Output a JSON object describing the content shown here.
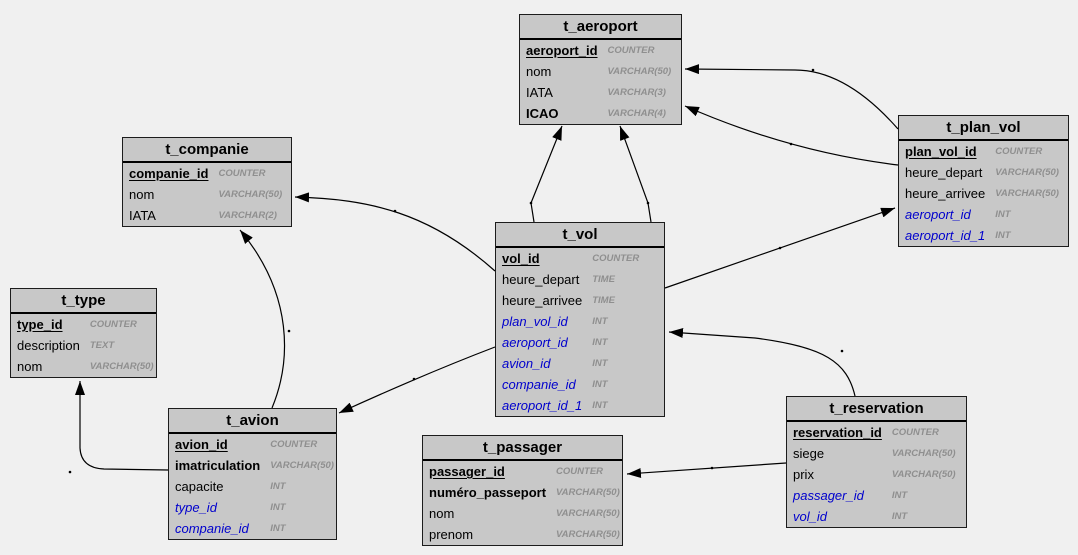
{
  "diagram": {
    "background_color": "#f0f0f0",
    "table_fill_color": "#c8c8c8",
    "border_color": "#1c1c1c",
    "fk_text_color": "#0000cd",
    "type_text_color": "#8f8f8f"
  },
  "tables": [
    {
      "id": "t_aeroport",
      "title": "t_aeroport",
      "fields": [
        {
          "name": "aeroport_id",
          "type": "COUNTER",
          "style": "pk"
        },
        {
          "name": "nom",
          "type": "VARCHAR(50)",
          "style": "plain"
        },
        {
          "name": "IATA",
          "type": "VARCHAR(3)",
          "style": "plain"
        },
        {
          "name": "ICAO",
          "type": "VARCHAR(4)",
          "style": "bold"
        }
      ]
    },
    {
      "id": "t_plan_vol",
      "title": "t_plan_vol",
      "fields": [
        {
          "name": "plan_vol_id",
          "type": "COUNTER",
          "style": "pk"
        },
        {
          "name": "heure_depart",
          "type": "VARCHAR(50)",
          "style": "plain"
        },
        {
          "name": "heure_arrivee",
          "type": "VARCHAR(50)",
          "style": "plain"
        },
        {
          "name": "aeroport_id",
          "type": "INT",
          "style": "fk"
        },
        {
          "name": "aeroport_id_1",
          "type": "INT",
          "style": "fk"
        }
      ]
    },
    {
      "id": "t_companie",
      "title": "t_companie",
      "fields": [
        {
          "name": "companie_id",
          "type": "COUNTER",
          "style": "pk"
        },
        {
          "name": "nom",
          "type": "VARCHAR(50)",
          "style": "plain"
        },
        {
          "name": "IATA",
          "type": "VARCHAR(2)",
          "style": "plain"
        }
      ]
    },
    {
      "id": "t_type",
      "title": "t_type",
      "fields": [
        {
          "name": "type_id",
          "type": "COUNTER",
          "style": "pk"
        },
        {
          "name": "description",
          "type": "TEXT",
          "style": "plain"
        },
        {
          "name": "nom",
          "type": "VARCHAR(50)",
          "style": "plain"
        }
      ]
    },
    {
      "id": "t_vol",
      "title": "t_vol",
      "fields": [
        {
          "name": "vol_id",
          "type": "COUNTER",
          "style": "pk"
        },
        {
          "name": "heure_depart",
          "type": "TIME",
          "style": "plain"
        },
        {
          "name": "heure_arrivee",
          "type": "TIME",
          "style": "plain"
        },
        {
          "name": "plan_vol_id",
          "type": "INT",
          "style": "fk"
        },
        {
          "name": "aeroport_id",
          "type": "INT",
          "style": "fk"
        },
        {
          "name": "avion_id",
          "type": "INT",
          "style": "fk"
        },
        {
          "name": "companie_id",
          "type": "INT",
          "style": "fk"
        },
        {
          "name": "aeroport_id_1",
          "type": "INT",
          "style": "fk"
        }
      ]
    },
    {
      "id": "t_avion",
      "title": "t_avion",
      "fields": [
        {
          "name": "avion_id",
          "type": "COUNTER",
          "style": "pk"
        },
        {
          "name": "imatriculation",
          "type": "VARCHAR(50)",
          "style": "bold"
        },
        {
          "name": "capacite",
          "type": "INT",
          "style": "plain"
        },
        {
          "name": "type_id",
          "type": "INT",
          "style": "fk"
        },
        {
          "name": "companie_id",
          "type": "INT",
          "style": "fk"
        }
      ]
    },
    {
      "id": "t_passager",
      "title": "t_passager",
      "fields": [
        {
          "name": "passager_id",
          "type": "COUNTER",
          "style": "pk"
        },
        {
          "name": "numéro_passeport",
          "type": "VARCHAR(50)",
          "style": "bold"
        },
        {
          "name": "nom",
          "type": "VARCHAR(50)",
          "style": "plain"
        },
        {
          "name": "prenom",
          "type": "VARCHAR(50)",
          "style": "plain"
        }
      ]
    },
    {
      "id": "t_reservation",
      "title": "t_reservation",
      "fields": [
        {
          "name": "reservation_id",
          "type": "COUNTER",
          "style": "pk"
        },
        {
          "name": "siege",
          "type": "VARCHAR(50)",
          "style": "plain"
        },
        {
          "name": "prix",
          "type": "VARCHAR(50)",
          "style": "plain"
        },
        {
          "name": "passager_id",
          "type": "INT",
          "style": "fk"
        },
        {
          "name": "vol_id",
          "type": "INT",
          "style": "fk"
        }
      ]
    }
  ],
  "relations": [
    {
      "from_table": "t_vol",
      "from_field": "plan_vol_id",
      "to_table": "t_plan_vol",
      "to_field": "plan_vol_id"
    },
    {
      "from_table": "t_plan_vol",
      "from_field": "aeroport_id",
      "to_table": "t_aeroport",
      "to_field": "aeroport_id"
    },
    {
      "from_table": "t_plan_vol",
      "from_field": "aeroport_id_1",
      "to_table": "t_aeroport",
      "to_field": "aeroport_id"
    },
    {
      "from_table": "t_vol",
      "from_field": "aeroport_id",
      "to_table": "t_aeroport",
      "to_field": "aeroport_id"
    },
    {
      "from_table": "t_vol",
      "from_field": "aeroport_id_1",
      "to_table": "t_aeroport",
      "to_field": "aeroport_id"
    },
    {
      "from_table": "t_vol",
      "from_field": "companie_id",
      "to_table": "t_companie",
      "to_field": "companie_id"
    },
    {
      "from_table": "t_avion",
      "from_field": "companie_id",
      "to_table": "t_companie",
      "to_field": "companie_id"
    },
    {
      "from_table": "t_vol",
      "from_field": "avion_id",
      "to_table": "t_avion",
      "to_field": "avion_id"
    },
    {
      "from_table": "t_avion",
      "from_field": "type_id",
      "to_table": "t_type",
      "to_field": "type_id"
    },
    {
      "from_table": "t_reservation",
      "from_field": "vol_id",
      "to_table": "t_vol",
      "to_field": "vol_id"
    },
    {
      "from_table": "t_reservation",
      "from_field": "passager_id",
      "to_table": "t_passager",
      "to_field": "passager_id"
    }
  ]
}
